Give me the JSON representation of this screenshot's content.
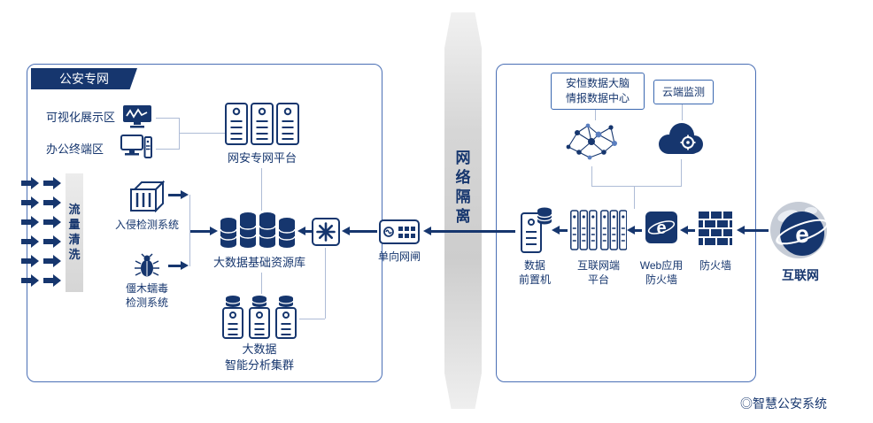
{
  "colors": {
    "navy": "#16366e",
    "accent_blue": "#3a67b0",
    "node_blue": "#5b7fc0",
    "ribbon_gray": "#d6d6d6",
    "connector_gray": "#aebcd6"
  },
  "left_box": {
    "title": "公安专网",
    "viz_area": "可视化展示区",
    "office_area": "办公终端区",
    "netsec_platform": "网安专网平台",
    "traffic_cleaning": "流\n量\n清\n洗",
    "ids": "入侵检测系统",
    "malware_detect": "僵木蠕毒\n检测系统",
    "bigdata_repo": "大数据基础资源库",
    "bigdata_cluster": "大数据\n智能分析集群"
  },
  "middle": {
    "one_way_gate": "单向网闸",
    "network_isolation": "网\n络\n隔\n离"
  },
  "right_box": {
    "data_brain": "安恒数据大脑\n情报数据中心",
    "cloud_monitor": "云端监测",
    "front_machine": "数据\n前置机",
    "internet_platform": "互联网端\n平台",
    "waf": "Web应用\n防火墙",
    "firewall": "防火墙"
  },
  "internet_label": "互联网",
  "icons": {
    "ie_letter": "e"
  },
  "footer": "◎智慧公安系统"
}
